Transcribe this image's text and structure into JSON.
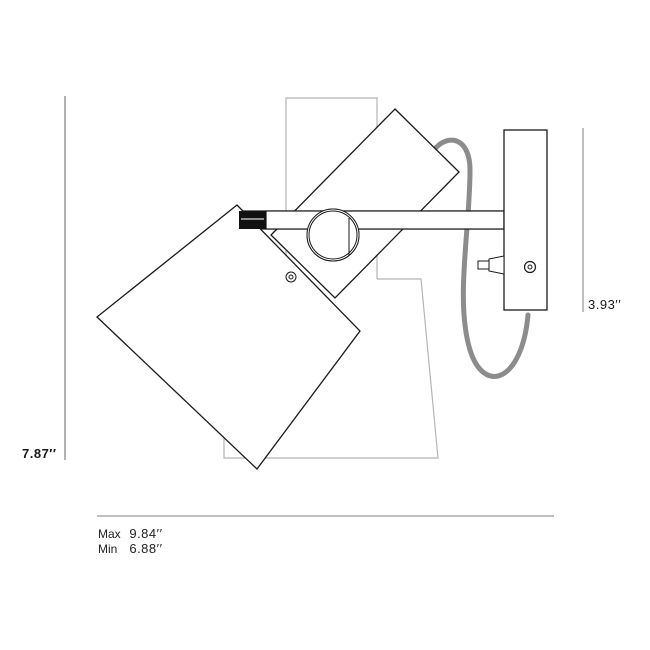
{
  "diagram": {
    "subject": "wall sconce spotlight dimension drawing",
    "colors": {
      "outline": "#1a1a1a",
      "ghost_outline": "#b3b3b3",
      "cord": "#8c8c8c",
      "dimension_line": "#999999",
      "text": "#1a1a1a"
    }
  },
  "dimensions": {
    "height_total": "7.87′′",
    "height_backplate": "3.93′′",
    "width": {
      "max_label": "Max",
      "max_value": "9.84′′",
      "min_label": "Min",
      "min_value": "6.88′′"
    }
  }
}
